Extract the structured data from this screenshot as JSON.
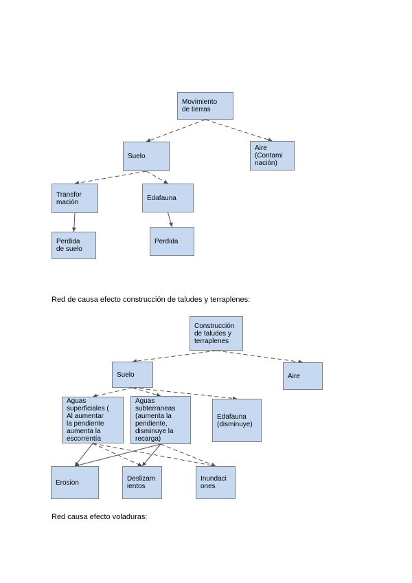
{
  "colors": {
    "box_fill": "#c6d9f1",
    "box_border": "#7f7f7f",
    "edge": "#4d4d4d",
    "text": "#000000"
  },
  "diagram1": {
    "nodes": {
      "mov": {
        "lines": [
          "Movimiento",
          "de tierras"
        ]
      },
      "suelo": {
        "lines": [
          "Suelo"
        ]
      },
      "aire": {
        "lines": [
          "Aire",
          "(Contami",
          "nación)"
        ]
      },
      "transf": {
        "lines": [
          "Transfor",
          "mación"
        ]
      },
      "edafauna": {
        "lines": [
          "Edafauna"
        ]
      },
      "perdida_suelo": {
        "lines": [
          "Perdida",
          "de suelo"
        ]
      },
      "perdida": {
        "lines": [
          "Perdida"
        ]
      }
    },
    "edges": [
      {
        "from": "mov",
        "to": "suelo",
        "style": "dashed"
      },
      {
        "from": "mov",
        "to": "aire",
        "style": "dashed"
      },
      {
        "from": "suelo",
        "to": "transf",
        "style": "dashed"
      },
      {
        "from": "suelo",
        "to": "edafauna",
        "style": "dashed"
      },
      {
        "from": "transf",
        "to": "perdida_suelo",
        "style": "solid"
      },
      {
        "from": "edafauna",
        "to": "perdida",
        "style": "solid"
      }
    ]
  },
  "caption1": "Red de causa efecto construcción de taludes y terraplenes:",
  "diagram2": {
    "nodes": {
      "const": {
        "lines": [
          "Construcción",
          "de taludes y",
          "terraplenes"
        ]
      },
      "suelo": {
        "lines": [
          "Suelo"
        ]
      },
      "aire": {
        "lines": [
          "Aire"
        ]
      },
      "aguas_sup": {
        "lines": [
          "Aguas",
          "superficiales (",
          "Al aumentar",
          "la pendiente",
          "aumenta la",
          "escorrentía"
        ]
      },
      "aguas_sub": {
        "lines": [
          "Aguas",
          "subterraneas",
          "(aumenta la",
          "pendiente,",
          "disminuye la",
          "recarga)"
        ]
      },
      "edafauna": {
        "lines": [
          "Edafauna",
          "(disminuye)"
        ]
      },
      "erosion": {
        "lines": [
          "Erosion"
        ]
      },
      "desliz": {
        "lines": [
          "Deslizam",
          "ientos"
        ]
      },
      "inund": {
        "lines": [
          "Inundaci",
          "ones"
        ]
      }
    },
    "edges": [
      {
        "from": "const",
        "to": "suelo",
        "style": "dashed"
      },
      {
        "from": "const",
        "to": "aire",
        "style": "dashed"
      },
      {
        "from": "suelo",
        "to": "aguas_sup",
        "style": "dashed"
      },
      {
        "from": "suelo",
        "to": "aguas_sub",
        "style": "dashed"
      },
      {
        "from": "suelo",
        "to": "edafauna",
        "style": "dashed"
      },
      {
        "from": "aguas_sup",
        "to": "erosion",
        "style": "solid"
      },
      {
        "from": "aguas_sup",
        "to": "desliz",
        "style": "dashed"
      },
      {
        "from": "aguas_sup",
        "to": "inund",
        "style": "dashed"
      },
      {
        "from": "aguas_sub",
        "to": "erosion",
        "style": "solid"
      },
      {
        "from": "aguas_sub",
        "to": "desliz",
        "style": "solid"
      },
      {
        "from": "aguas_sub",
        "to": "inund",
        "style": "dashed"
      }
    ]
  },
  "caption2": "Red causa efecto voladuras:"
}
